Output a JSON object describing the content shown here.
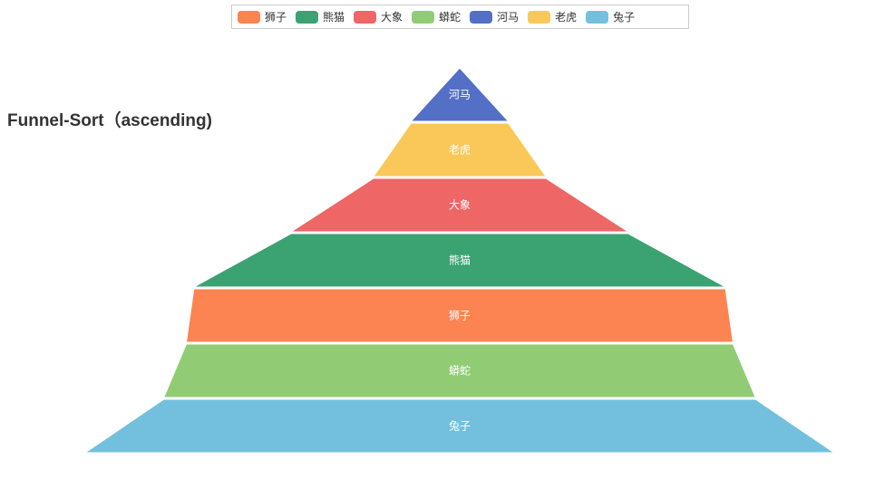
{
  "chart_data": {
    "type": "funnel",
    "title": "Funnel-Sort（ascending)",
    "sort": "ascending",
    "legend": {
      "placement": "top",
      "items": [
        {
          "name": "狮子",
          "color": "#fc8452"
        },
        {
          "name": "熊猫",
          "color": "#3ba272"
        },
        {
          "name": "大象",
          "color": "#ee6666"
        },
        {
          "name": "蟒蛇",
          "color": "#91cc75"
        },
        {
          "name": "河马",
          "color": "#5470c6"
        },
        {
          "name": "老虎",
          "color": "#fac858"
        },
        {
          "name": "兔子",
          "color": "#73c0de"
        }
      ]
    },
    "segments": [
      {
        "name": "河马",
        "value": 13,
        "color": "#5470c6"
      },
      {
        "name": "老虎",
        "value": 23,
        "color": "#fac858"
      },
      {
        "name": "大象",
        "value": 45,
        "color": "#ee6666"
      },
      {
        "name": "熊猫",
        "value": 71,
        "color": "#3ba272"
      },
      {
        "name": "狮子",
        "value": 73,
        "color": "#fc8452"
      },
      {
        "name": "蟒蛇",
        "value": 79,
        "color": "#91cc75"
      },
      {
        "name": "兔子",
        "value": 100,
        "color": "#73c0de"
      }
    ]
  }
}
